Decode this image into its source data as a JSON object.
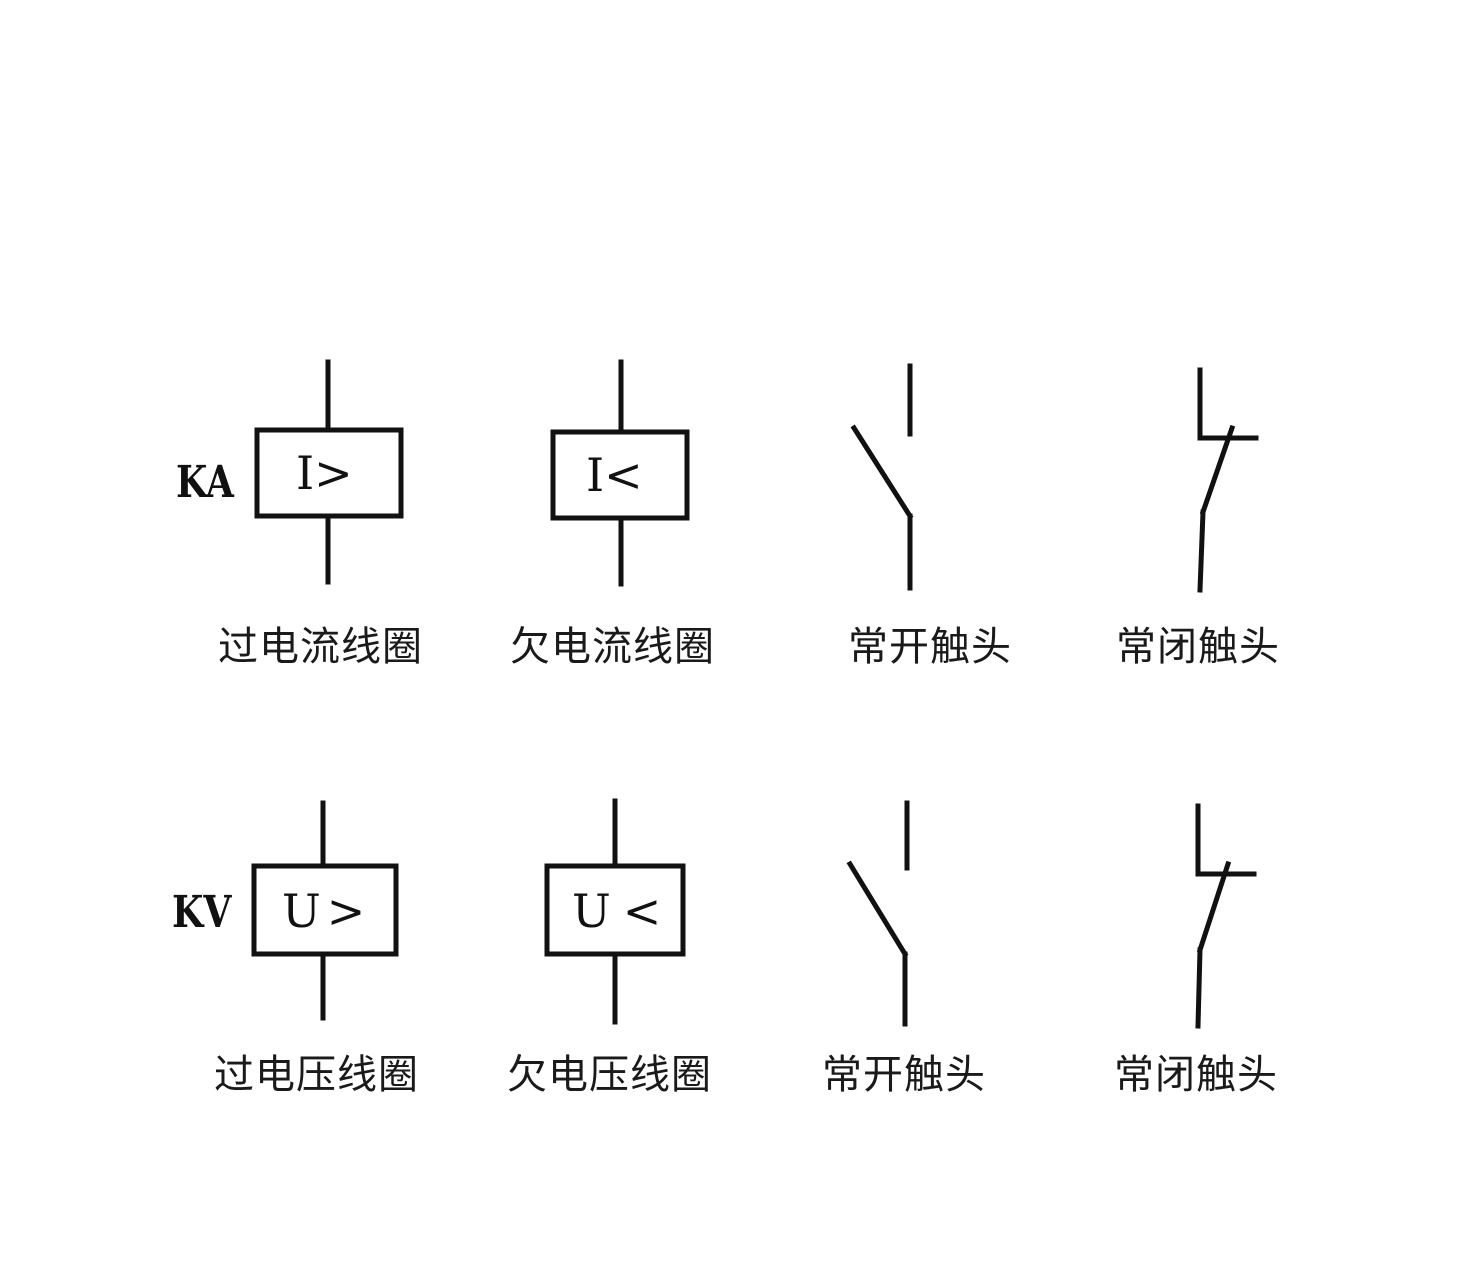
{
  "colors": {
    "background": "#ffffff",
    "ink": "#111111"
  },
  "rows": [
    {
      "device_label": "KA",
      "items": [
        {
          "symbol": "coil",
          "text_letter": "I",
          "text_op": ">",
          "caption": "过电流线圈"
        },
        {
          "symbol": "coil",
          "text_letter": "I",
          "text_op": "<",
          "caption": "欠电流线圈"
        },
        {
          "symbol": "normally-open-contact",
          "caption": "常开触头"
        },
        {
          "symbol": "normally-closed-contact",
          "caption": "常闭触头"
        }
      ]
    },
    {
      "device_label": "KV",
      "items": [
        {
          "symbol": "coil",
          "text_letter": "U",
          "text_op": ">",
          "caption": "过电压线圈"
        },
        {
          "symbol": "coil",
          "text_letter": "U",
          "text_op": "<",
          "caption": "欠电压线圈"
        },
        {
          "symbol": "normally-open-contact",
          "caption": "常开触头"
        },
        {
          "symbol": "normally-closed-contact",
          "caption": "常闭触头"
        }
      ]
    }
  ]
}
